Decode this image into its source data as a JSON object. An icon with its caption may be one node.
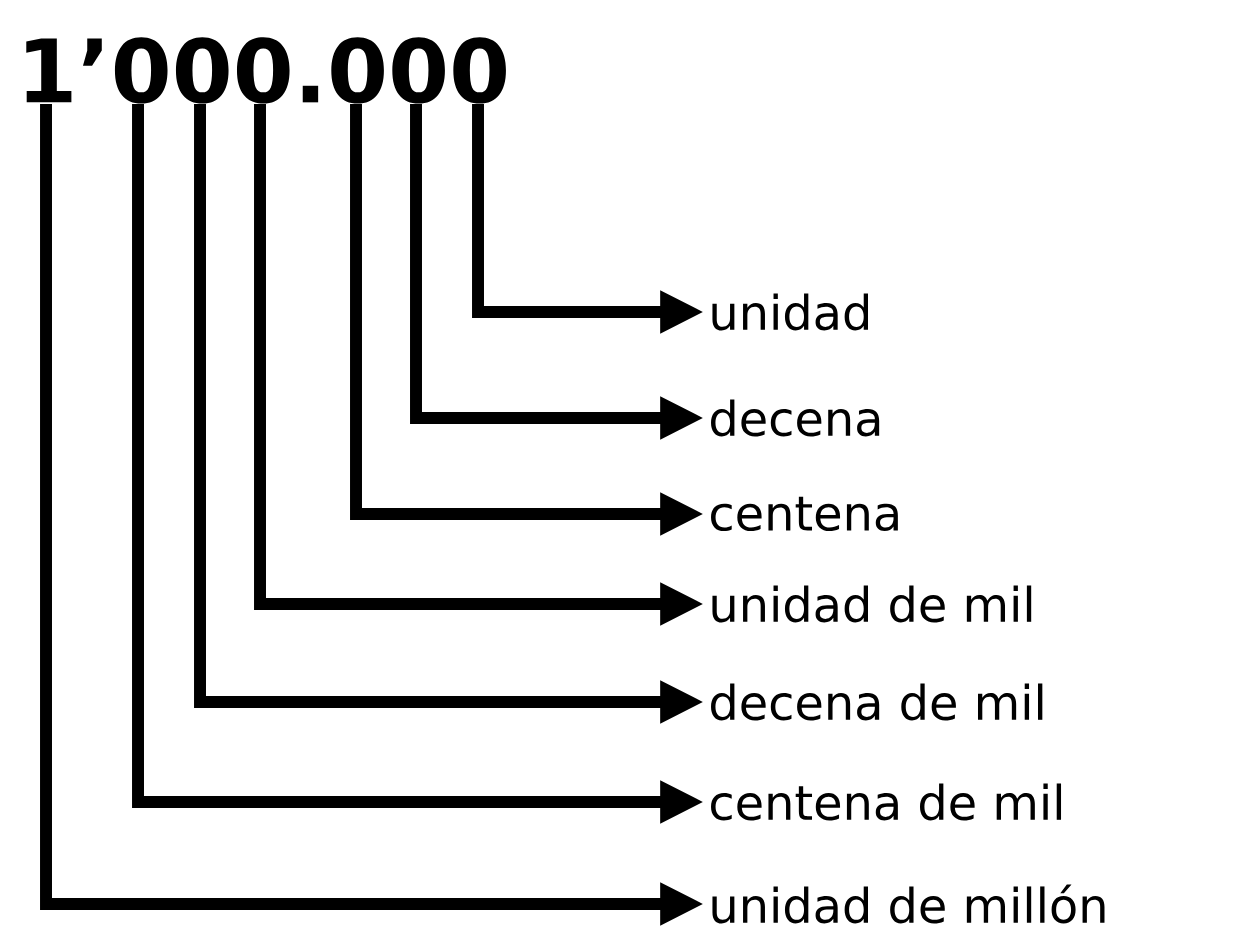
{
  "diagram": {
    "nodes": [
      {
        "text": [
          "1’000.000"
        ]
      },
      {
        "text": [
          "unidad"
        ]
      },
      {
        "text": [
          "decena"
        ]
      },
      {
        "text": [
          "centena"
        ]
      },
      {
        "text": [
          "unidad de mil"
        ]
      },
      {
        "text": [
          "decena de mil"
        ]
      },
      {
        "text": [
          "centena de mil"
        ]
      },
      {
        "text": [
          "unidad de millón"
        ]
      }
    ],
    "edges": [
      {
        "from": 0,
        "to": 7,
        "arrow": "to"
      },
      {
        "from": 0,
        "to": 6,
        "arrow": "to"
      },
      {
        "from": 0,
        "to": 5,
        "arrow": "to"
      },
      {
        "from": 0,
        "to": 4,
        "arrow": "to"
      },
      {
        "from": 0,
        "to": 3,
        "arrow": "to"
      },
      {
        "from": 0,
        "to": 2,
        "arrow": "to"
      },
      {
        "from": 0,
        "to": 1,
        "arrow": "to"
      }
    ]
  }
}
